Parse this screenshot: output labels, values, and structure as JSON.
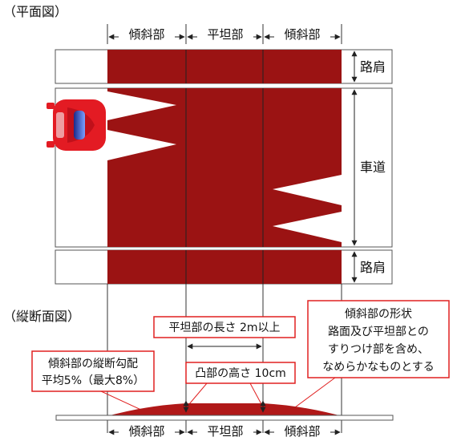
{
  "plan": {
    "title": "（平面図）",
    "top_labels": [
      "傾斜部",
      "平坦部",
      "傾斜部"
    ],
    "side_labels": {
      "shoulder_top": "路肩",
      "road": "車道",
      "shoulder_bottom": "路肩"
    }
  },
  "section": {
    "title": "（縦断面図）",
    "bottom_labels": [
      "傾斜部",
      "平坦部",
      "傾斜部"
    ],
    "flat_length": "平坦部の長さ  2m以上",
    "slope_note": {
      "line1": "傾斜部の縦断勾配",
      "line2": "平均5%（最大8%）"
    },
    "height_note": "凸部の高さ 10cm",
    "shape_note": {
      "line1": "傾斜部の形状",
      "line2": "路面及び平坦部との",
      "line3": "すりつけ部を含め、",
      "line4": "なめらかなものとする"
    }
  },
  "colors": {
    "hump": "#9b1313",
    "box_border": "#e02020",
    "car": "#e31b23",
    "lines": "#333333"
  }
}
